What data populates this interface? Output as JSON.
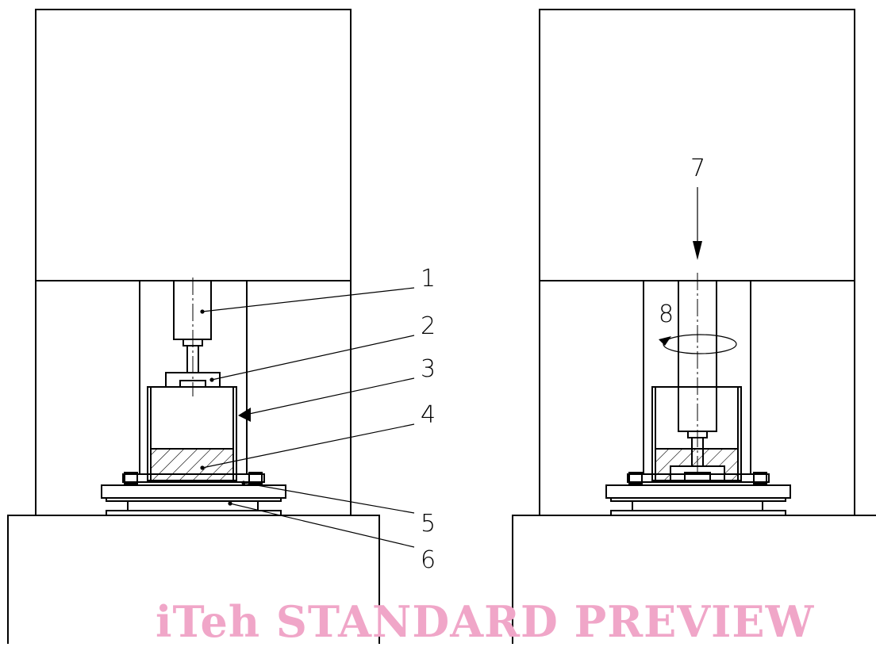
{
  "callouts": {
    "c1": "1",
    "c2": "2",
    "c3": "3",
    "c4": "4",
    "c5": "5",
    "c6": "6",
    "c7": "7",
    "c8": "8"
  },
  "watermark": {
    "text": "iTeh STANDARD PREVIEW",
    "color": "#f0a6c8"
  },
  "colors": {
    "line": "#000000",
    "background": "#ffffff"
  }
}
